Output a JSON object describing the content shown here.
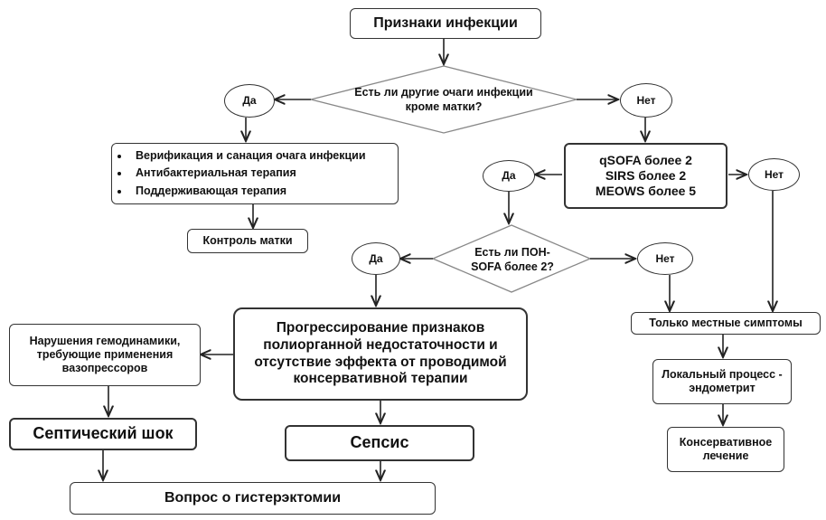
{
  "nodes": {
    "signs_of_infection": "Признаки инфекции",
    "other_foci_question": "Есть ли другие очаги инфекции кроме матки?",
    "yes_1": "Да",
    "no_1": "Нет",
    "actions": [
      "Верификация и санация очага инфекции",
      "Антибактериальная терапия",
      "Поддерживающая терапия"
    ],
    "uterus_control": "Контроль матки",
    "scores": [
      "qSOFA более 2",
      "SIRS более 2",
      "MEOWS более 5"
    ],
    "yes_2": "Да",
    "no_2": "Нет",
    "pon_question": "Есть ли ПОН-SOFA более 2?",
    "yes_3": "Да",
    "no_3": "Нет",
    "progression": "Прогрессирование признаков полиорганной недостаточности и отсутствие эффекта от проводимой консервативной терапии",
    "hemodynamics": "Нарушения гемодинамики, требующие применения вазопрессоров",
    "septic_shock": "Септический шок",
    "sepsis": "Сепсис",
    "hysterectomy": "Вопрос о гистерэктомии",
    "local_symptoms": "Только местные симптомы",
    "endometritis": "Локальный процесс - эндометрит",
    "conservative": "Консервативное лечение"
  }
}
